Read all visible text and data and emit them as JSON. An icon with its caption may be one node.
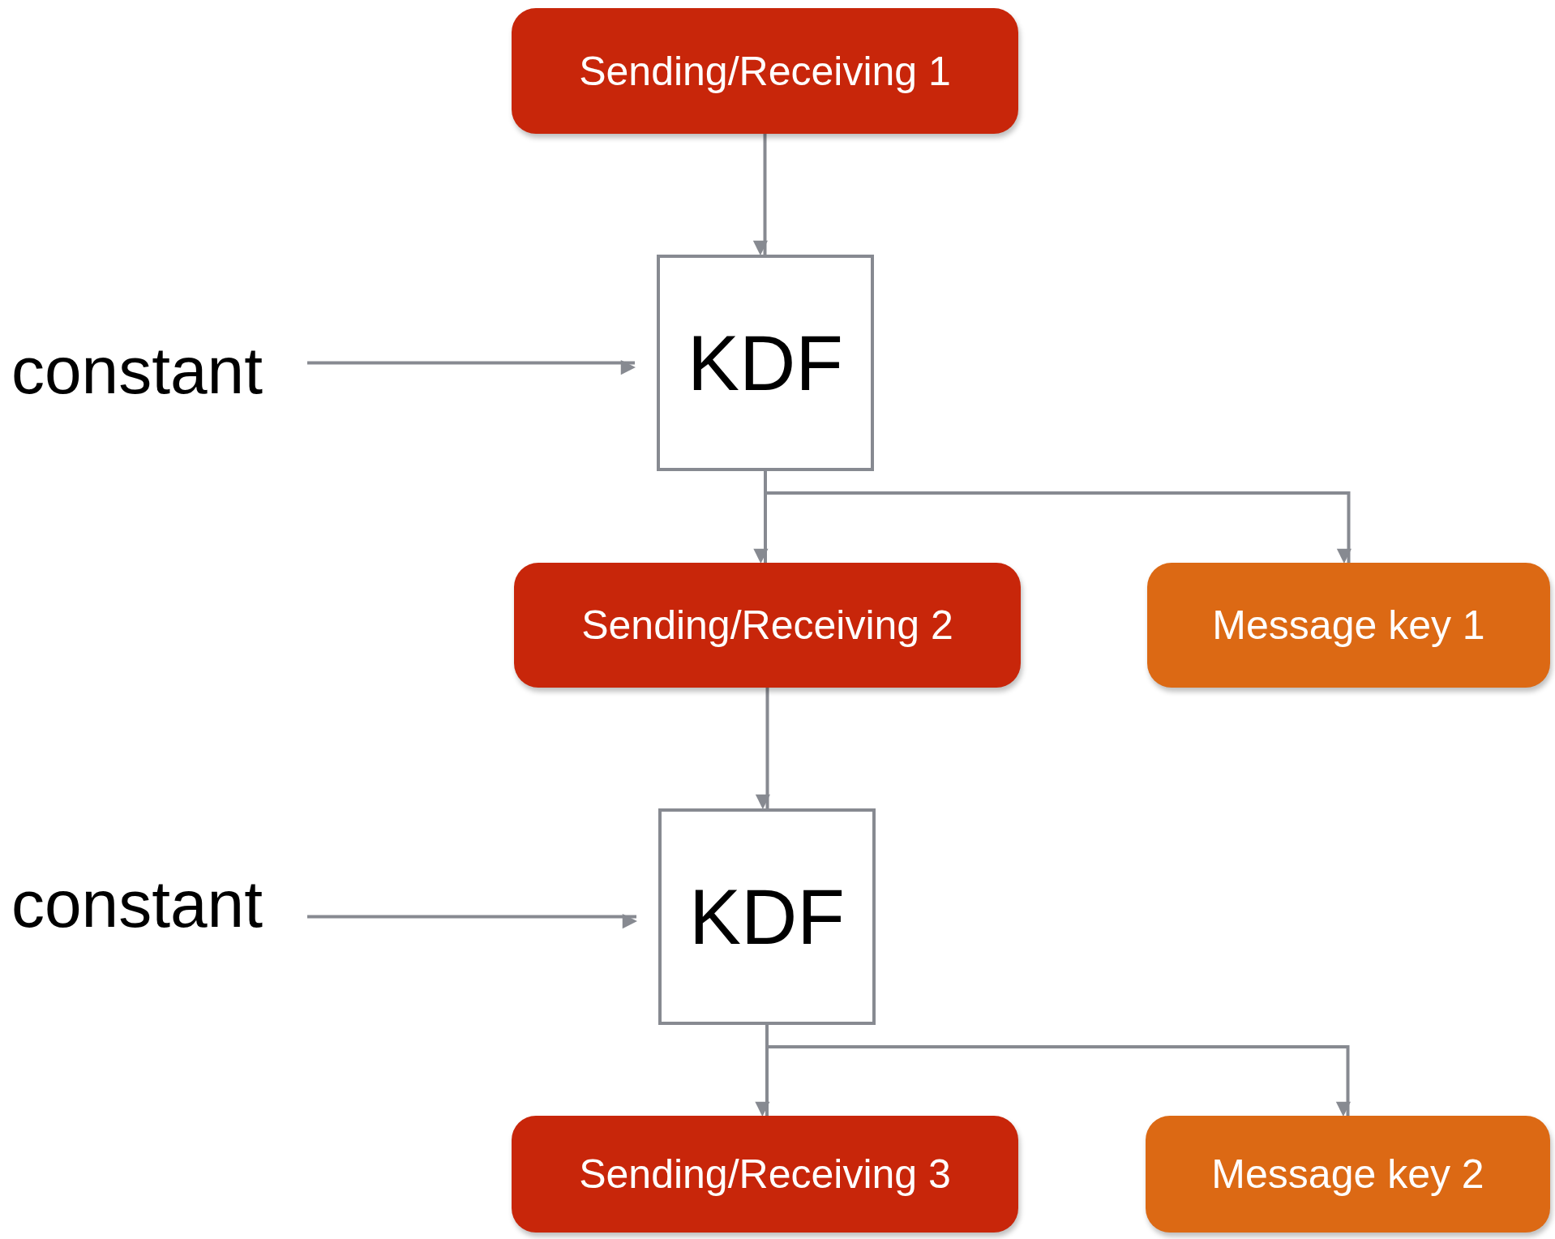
{
  "diagram": {
    "nodes": [
      {
        "text": [
          "Sending/Receiving 1"
        ]
      },
      {
        "text": [
          "constant"
        ]
      },
      {
        "text": [
          "KDF"
        ]
      },
      {
        "text": [
          "Sending/Receiving 2"
        ]
      },
      {
        "text": [
          "Message key 1"
        ]
      },
      {
        "text": [
          "constant"
        ]
      },
      {
        "text": [
          "KDF"
        ]
      },
      {
        "text": [
          "Sending/Receiving 3"
        ]
      },
      {
        "text": [
          "Message key 2"
        ]
      }
    ],
    "edges": [
      {
        "from": 0,
        "to": 2,
        "arrow": "to"
      },
      {
        "from": 1,
        "to": 2,
        "arrow": "to"
      },
      {
        "from": 2,
        "to": 3,
        "arrow": "to"
      },
      {
        "from": 2,
        "to": 4,
        "arrow": "to"
      },
      {
        "from": 3,
        "to": 6,
        "arrow": "to"
      },
      {
        "from": 5,
        "to": 6,
        "arrow": "to"
      },
      {
        "from": 6,
        "to": 7,
        "arrow": "to"
      },
      {
        "from": 6,
        "to": 8,
        "arrow": "to"
      }
    ]
  }
}
